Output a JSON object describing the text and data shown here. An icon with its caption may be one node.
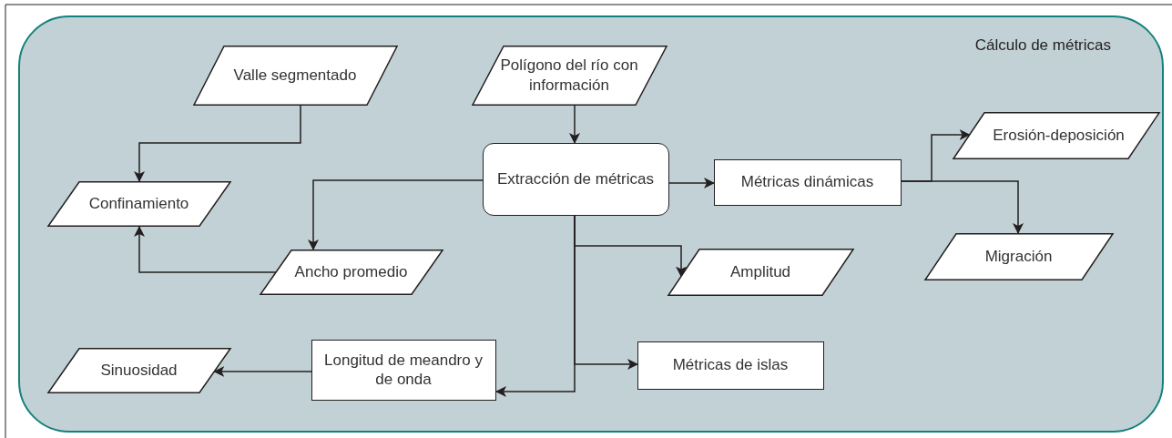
{
  "diagram": {
    "nodes": [
      {
        "text": [
          "Cálculo de métricas"
        ]
      },
      {
        "text": [
          "Valle segmentado"
        ],
        "in": 0
      },
      {
        "text": [
          "Polígono del río con información"
        ],
        "in": 0
      },
      {
        "text": [
          "Extracción de métricas"
        ],
        "in": 0
      },
      {
        "text": [
          "Confinamiento"
        ],
        "in": 0
      },
      {
        "text": [
          "Ancho promedio"
        ],
        "in": 0
      },
      {
        "text": [
          "Métricas dinámicas"
        ],
        "in": 0
      },
      {
        "text": [
          "Erosión-deposición"
        ],
        "in": 0
      },
      {
        "text": [
          "Migración"
        ],
        "in": 0
      },
      {
        "text": [
          "Amplitud"
        ],
        "in": 0
      },
      {
        "text": [
          "Longitud de meandro y de onda"
        ],
        "in": 0
      },
      {
        "text": [
          "Sinuosidad"
        ],
        "in": 0
      },
      {
        "text": [
          "Métricas de islas"
        ],
        "in": 0
      }
    ],
    "edges": [
      {
        "from": 1,
        "to": 4,
        "arrow": "to"
      },
      {
        "from": 2,
        "to": 3,
        "arrow": "to"
      },
      {
        "from": 3,
        "to": 5,
        "arrow": "to"
      },
      {
        "from": 5,
        "to": 4,
        "arrow": "to"
      },
      {
        "from": 3,
        "to": 6,
        "arrow": "to"
      },
      {
        "from": 6,
        "to": 7,
        "arrow": "to"
      },
      {
        "from": 6,
        "to": 8,
        "arrow": "to"
      },
      {
        "from": 3,
        "to": 9,
        "arrow": "to"
      },
      {
        "from": 3,
        "to": 12,
        "arrow": "to"
      },
      {
        "from": 3,
        "to": 10,
        "arrow": "to"
      },
      {
        "from": 10,
        "to": 11,
        "arrow": "to"
      }
    ]
  }
}
